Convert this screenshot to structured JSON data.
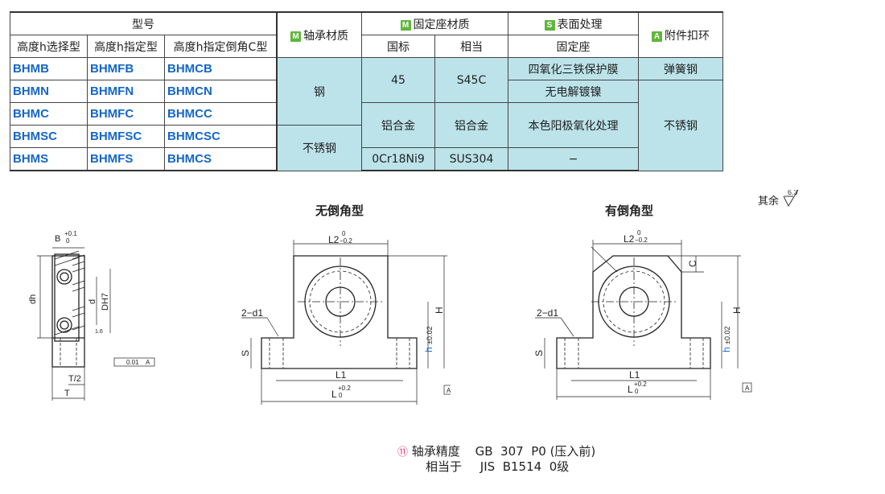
{
  "table": {
    "group_model": "型号",
    "col_h_select": "高度h选择型",
    "col_h_specify": "高度h指定型",
    "col_h_chamfer": "高度h指定倒角C型",
    "col_shaft_material": "轴承材质",
    "col_base_material": "固定座材质",
    "col_gb": "国标",
    "col_equiv": "相当",
    "col_surface": "表面处理",
    "col_surface_sub": "固定座",
    "col_accessory": "附件扣环",
    "badge_m": "M",
    "badge_s": "S",
    "badge_a": "A",
    "rows": [
      {
        "a": "BHMB",
        "b": "BHMFB",
        "c": "BHMCB"
      },
      {
        "a": "BHMN",
        "b": "BHMFN",
        "c": "BHMCN"
      },
      {
        "a": "BHMC",
        "b": "BHMFC",
        "c": "BHMCC"
      },
      {
        "a": "BHMSC",
        "b": "BHMFSC",
        "c": "BHMCSC"
      },
      {
        "a": "BHMS",
        "b": "BHMFS",
        "c": "BHMCS"
      }
    ],
    "shaft_steel": "钢",
    "shaft_stainless": "不锈钢",
    "gb_45": "45",
    "eq_s45c": "S45C",
    "gb_al": "铝合金",
    "eq_al": "铝合金",
    "gb_sus": "0Cr18Ni9",
    "eq_sus": "SUS304",
    "surf_black": "四氧化三铁保护膜",
    "surf_nickel": "无电解镀镍",
    "surf_anod": "本色阳极氧化处理",
    "surf_none": "−",
    "acc_spring": "弹簧钢",
    "acc_stainless": "不锈钢"
  },
  "drawing": {
    "title_no_chamfer": "无倒角型",
    "title_chamfer": "有倒角型",
    "roughness_label": "其余",
    "roughness_value": "6.3",
    "dims": {
      "B": "B",
      "B_tol_up": "+0.1",
      "B_tol_dn": "0",
      "dh": "dh",
      "d": "d",
      "DH7": "DH7",
      "T2": "T/2",
      "T": "T",
      "flat": "0.01",
      "datumA": "A",
      "r16": "1.6",
      "L2": "L2",
      "L2_tol_up": "0",
      "L2_tol_dn": "−0.2",
      "L1": "L1",
      "L": "L",
      "L_tol_up": "+0.2",
      "L_tol_dn": "0",
      "H": "H",
      "h": "h",
      "h_tol": "±0.02",
      "S": "S",
      "d1": "2−d1",
      "C": "C"
    }
  },
  "notes": {
    "line1_label": "轴承精度",
    "line1_value": "GB  307  P0 (压入前)",
    "line2_label": "相当于",
    "line2_value": "JIS  B1514  0级",
    "marker": "⑪"
  }
}
